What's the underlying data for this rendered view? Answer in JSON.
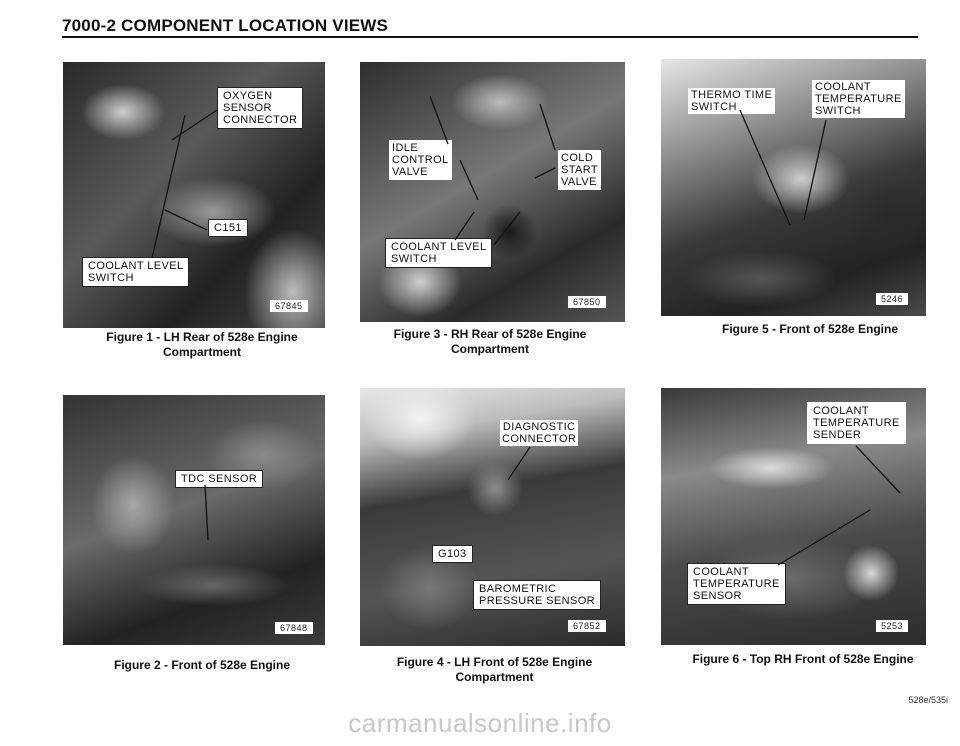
{
  "header": {
    "title": "7000-2   COMPONENT LOCATION VIEWS"
  },
  "figures": [
    {
      "caption": "Figure 1 - LH Rear of 528e Engine\nCompartment",
      "labels": [
        "OXYGEN\nSENSOR\nCONNECTOR",
        "C151",
        "COOLANT LEVEL\nSWITCH"
      ],
      "photo_number": "67845"
    },
    {
      "caption": "Figure 2 - Front of 528e Engine",
      "labels": [
        "TDC SENSOR"
      ],
      "photo_number": "67848"
    },
    {
      "caption": "Figure 3 - RH Rear of 528e Engine\nCompartment",
      "labels": [
        "IDLE\nCONTROL\nVALVE",
        "COLD\nSTART\nVALVE",
        "COOLANT LEVEL\nSWITCH"
      ],
      "photo_number": "67850"
    },
    {
      "caption": "Figure 4 - LH Front of 528e Engine\nCompartment",
      "labels": [
        "DIAGNOSTIC\nCONNECTOR",
        "G103",
        "BAROMETRIC\nPRESSURE SENSOR"
      ],
      "photo_number": "67852"
    },
    {
      "caption": "Figure 5 - Front of 528e Engine",
      "labels": [
        "THERMO TIME\nSWITCH",
        "COOLANT\nTEMPERATURE\nSWITCH"
      ],
      "photo_number": "5246"
    },
    {
      "caption": "Figure 6 - Top RH Front of 528e Engine",
      "labels": [
        "COOLANT\nTEMPERATURE\nSENDER",
        "COOLANT\nTEMPERATURE\nSENSOR"
      ],
      "photo_number": "5253"
    }
  ],
  "footer": {
    "code": "528e/535i",
    "watermark": "carmanualsonline.info"
  }
}
